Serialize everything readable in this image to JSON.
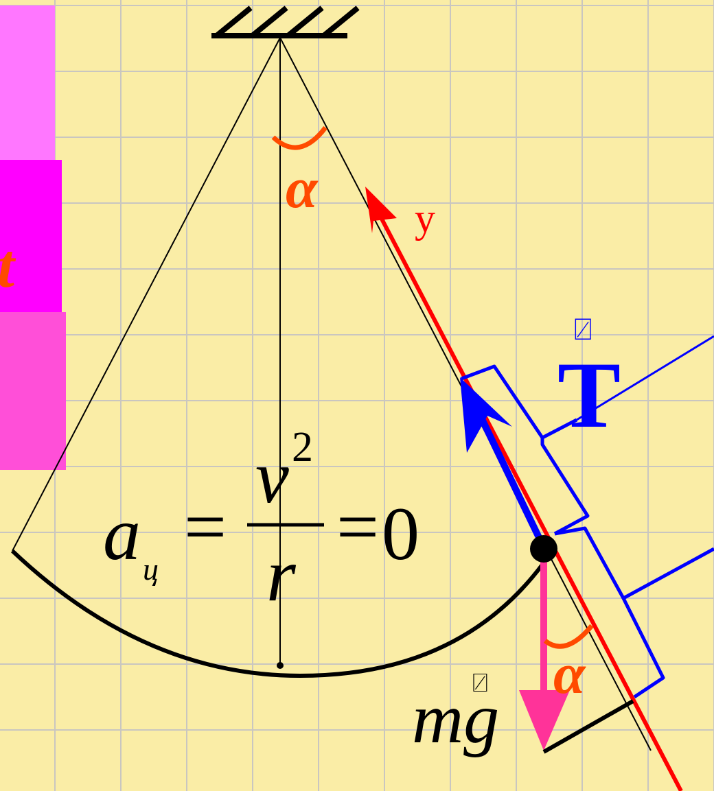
{
  "colors": {
    "background": "#FAEDA6",
    "grid": "#C9C6C0",
    "line": "#000000",
    "axis": "#FF0000",
    "angle": "#FF4A00",
    "tension": "#0000FF",
    "gravity": "#FF3399",
    "panel_top": "#FF77FF",
    "panel_mid": "#FF00FF",
    "panel_bottom": "#FF4FD8"
  },
  "labels": {
    "alpha_top": "α",
    "alpha_bottom": "α",
    "y_axis": "y",
    "tension": "T",
    "gravity": "mg",
    "vector_mark": "⍁",
    "panel_fragment": "t"
  },
  "formula": {
    "a": "a",
    "subscript": "ц",
    "eq1": "=",
    "numerator": "v",
    "exponent": "2",
    "denominator": "r",
    "eq2": "=",
    "result": "0"
  }
}
